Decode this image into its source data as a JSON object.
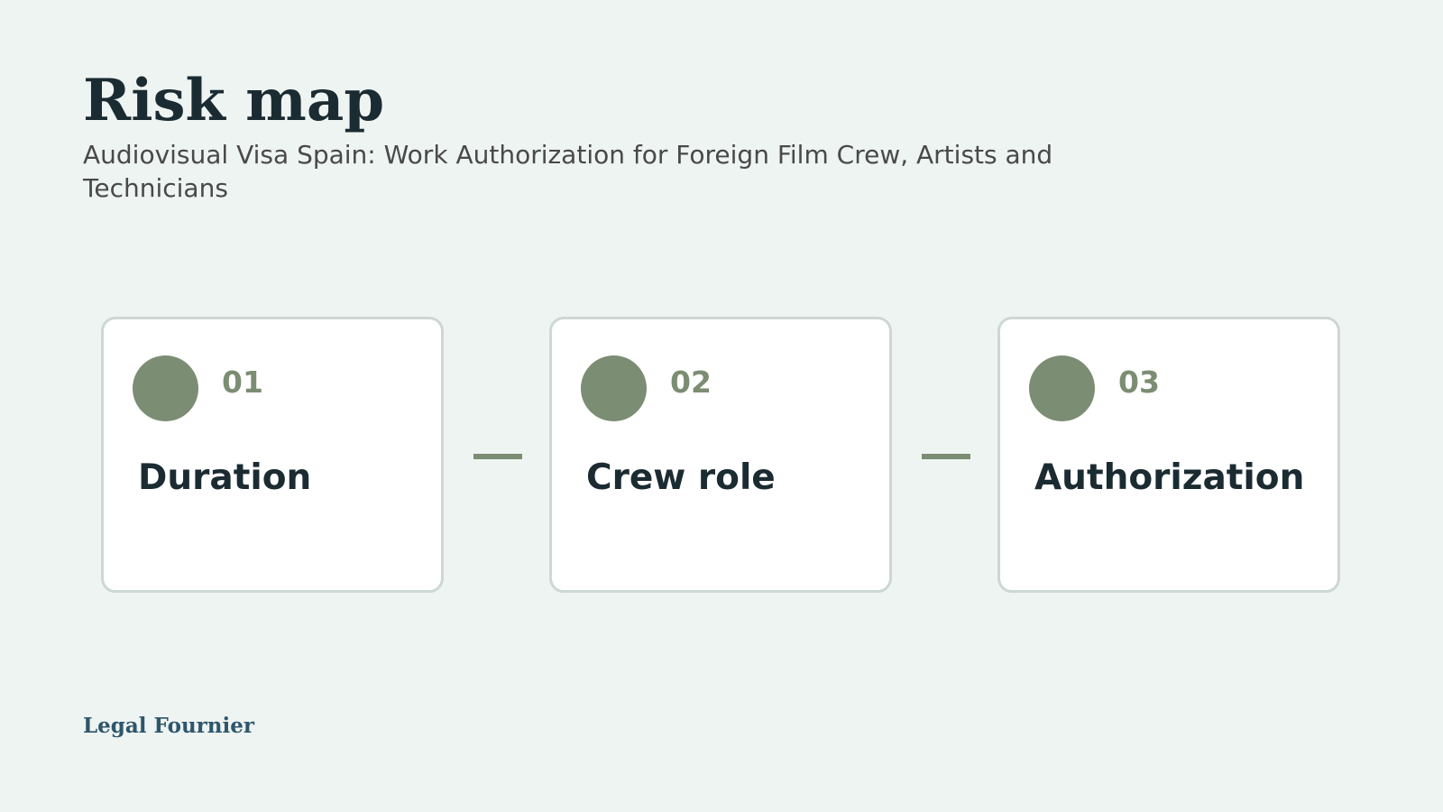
{
  "header": {
    "title": "Risk map",
    "subtitle": "Audiovisual Visa Spain: Work Authorization for Foreign Film Crew, Artists and Technicians"
  },
  "steps": [
    {
      "number": "01",
      "label": "Duration"
    },
    {
      "number": "02",
      "label": "Crew role"
    },
    {
      "number": "03",
      "label": "Authorization"
    }
  ],
  "footer": {
    "brand": "Legal Fournier"
  },
  "colors": {
    "background": "#eef4f2",
    "accent": "#7b8d72",
    "heading": "#1b2b32",
    "brand": "#2e566c",
    "card_border": "#cdd7d3"
  }
}
